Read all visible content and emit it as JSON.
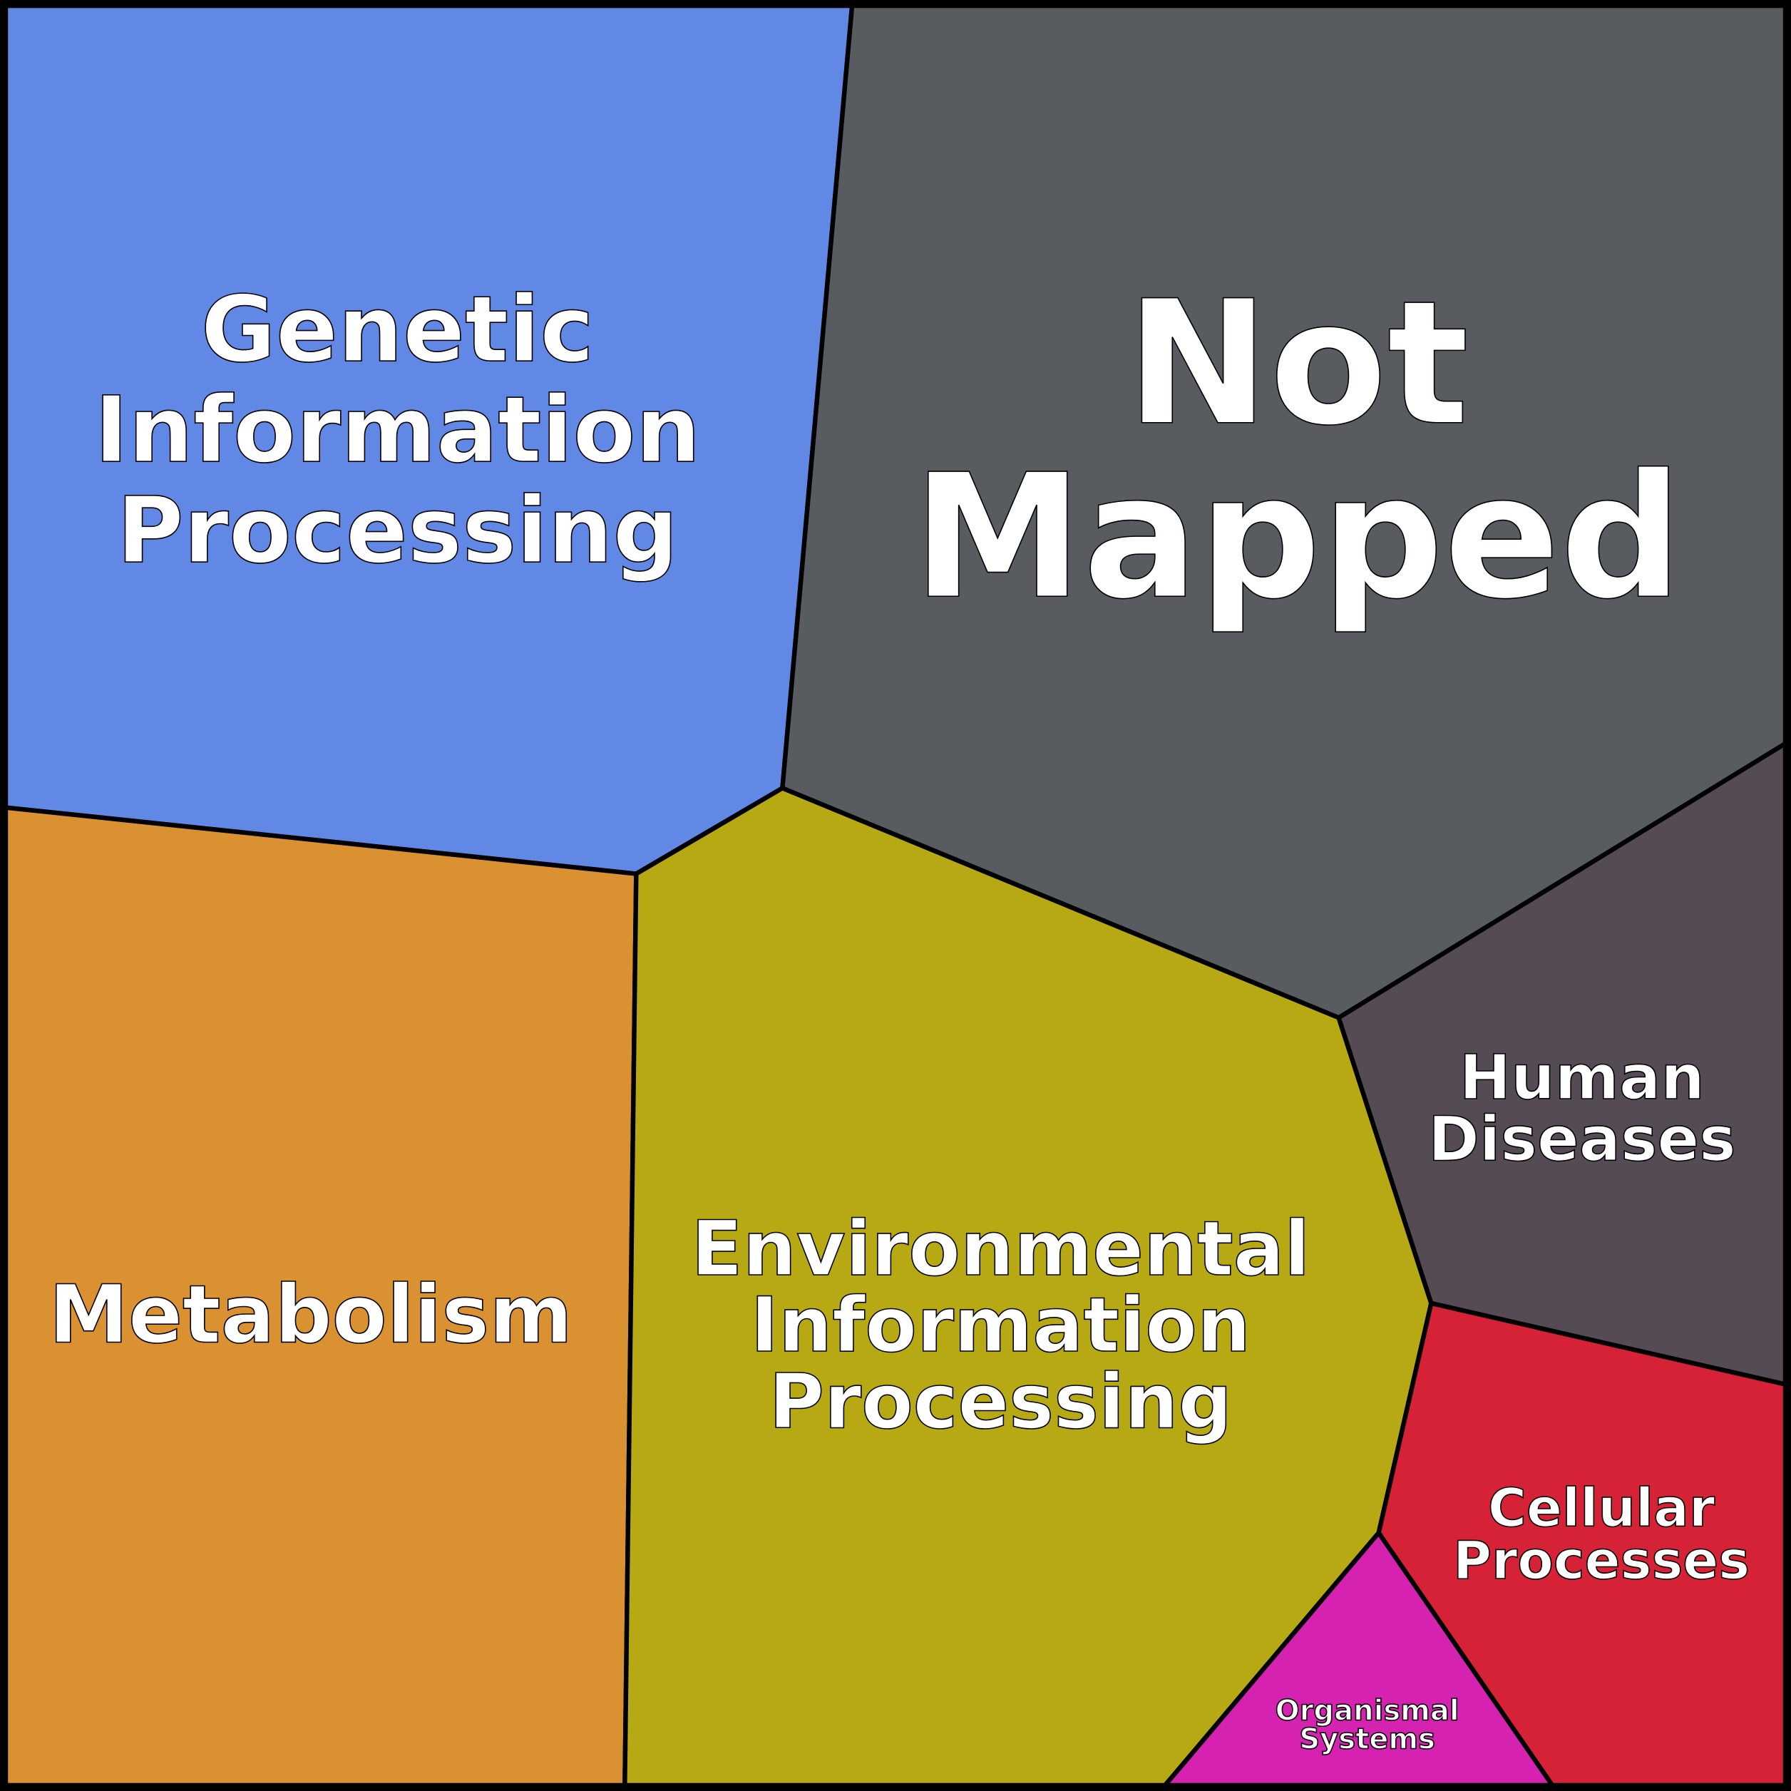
{
  "chart_data": {
    "type": "voronoi-treemap",
    "title": "",
    "categories": [
      {
        "name": "Genetic Information Processing",
        "lines": [
          "Genetic",
          "Information",
          "Processing"
        ],
        "color": "#6188e5"
      },
      {
        "name": "Not Mapped",
        "lines": [
          "Not",
          "Mapped"
        ],
        "color": "#585c61"
      },
      {
        "name": "Metabolism",
        "lines": [
          "Metabolism"
        ],
        "color": "#d99132"
      },
      {
        "name": "Environmental Information Processing",
        "lines": [
          "Environmental",
          "Information",
          "Processing"
        ],
        "color": "#b7a914"
      },
      {
        "name": "Human Diseases",
        "lines": [
          "Human",
          "Diseases"
        ],
        "color": "#544b54"
      },
      {
        "name": "Cellular Processes",
        "lines": [
          "Cellular",
          "Processes"
        ],
        "color": "#d62236"
      },
      {
        "name": "Organismal Systems",
        "lines": [
          "Organismal",
          "Systems"
        ],
        "color": "#d622b0"
      }
    ],
    "border_color": "#000000",
    "label_color": "#ffffff"
  }
}
